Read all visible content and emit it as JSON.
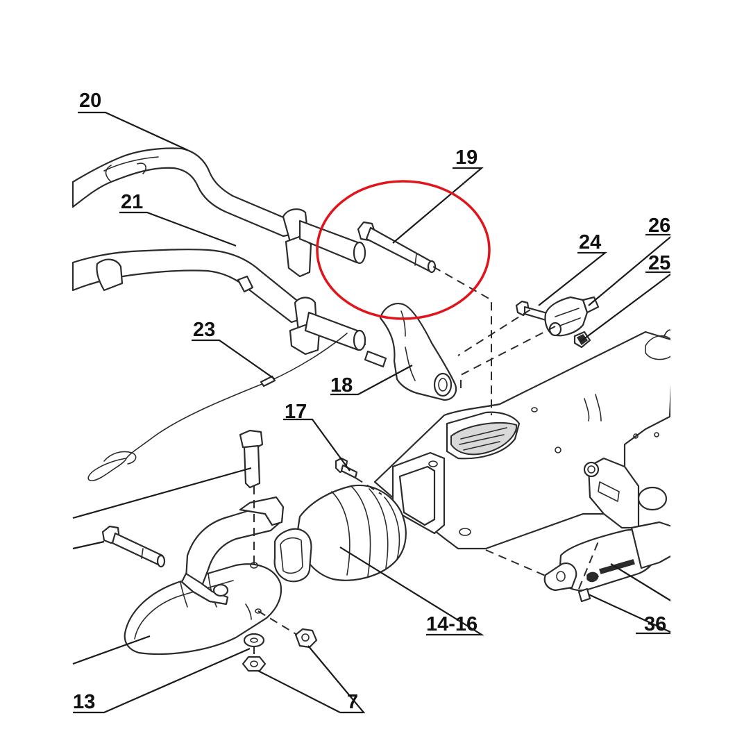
{
  "diagram": {
    "callouts": {
      "c20": "20",
      "c21": "21",
      "c19": "19",
      "c24": "24",
      "c26": "26",
      "c25": "25",
      "c23": "23",
      "c18": "18",
      "c17": "17",
      "c14_16": "14-16",
      "c36": "36",
      "c13": "13",
      "c7": "7"
    },
    "highlight": {
      "target": "19",
      "color": "#e0151c"
    }
  }
}
